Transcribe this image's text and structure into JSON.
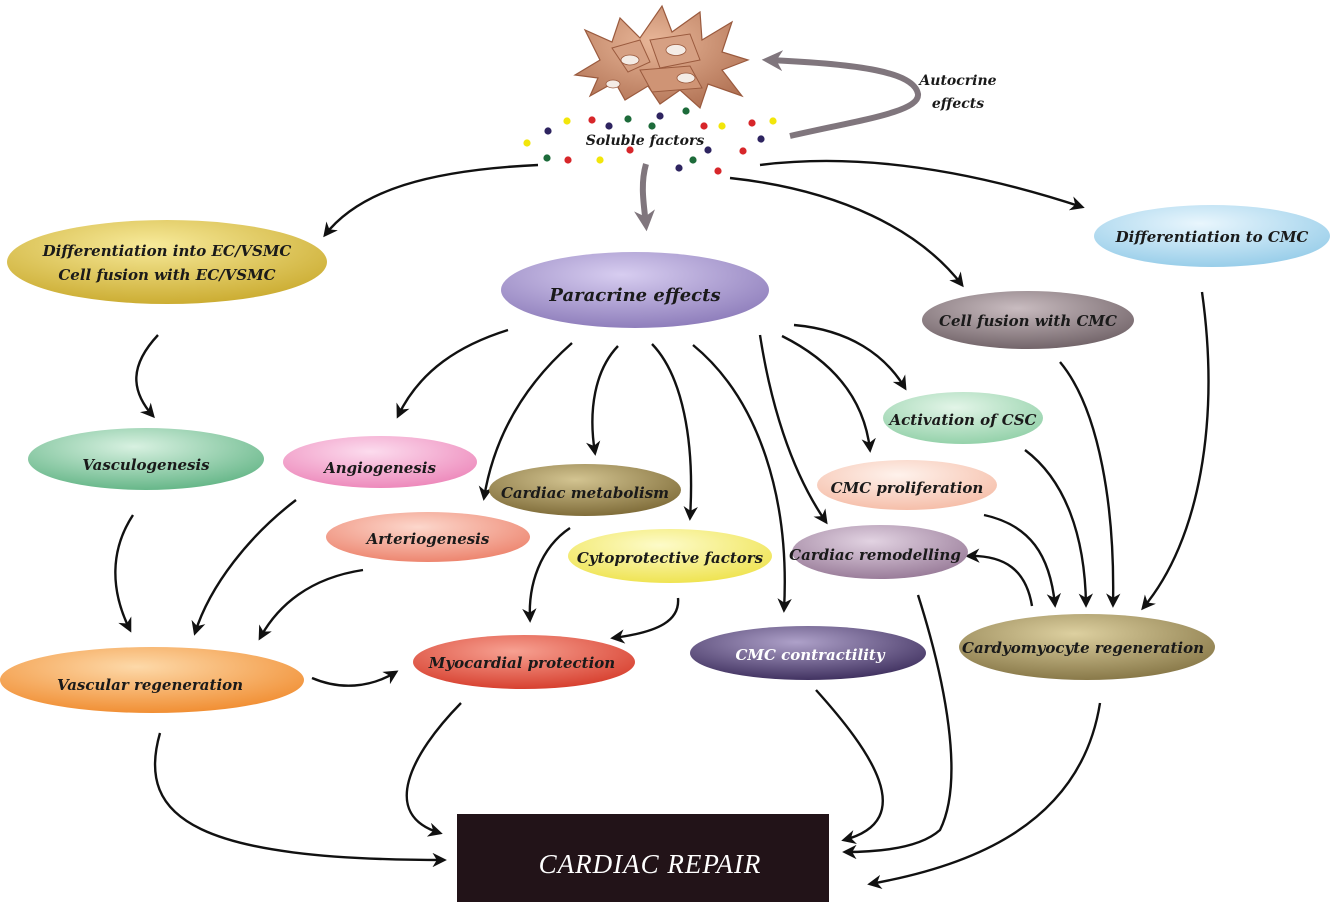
{
  "top": {
    "soluble_factors": "Soluble factors",
    "autocrine_line1": "Autocrine",
    "autocrine_line2": "effects"
  },
  "nodes": {
    "diff_ec_line1": "Differentiation into EC/VSMC",
    "diff_ec_line2": "Cell fusion with EC/VSMC",
    "paracrine": "Paracrine effects",
    "diff_cmc": "Differentiation to CMC",
    "cell_fusion_cmc": "Cell fusion with CMC",
    "vasculogenesis": "Vasculogenesis",
    "angiogenesis": "Angiogenesis",
    "cardiac_metabolism": "Cardiac metabolism",
    "activation_csc": "Activation of CSC",
    "cmc_proliferation": "CMC proliferation",
    "arteriogenesis": "Arteriogenesis",
    "cytoprotective": "Cytoprotective factors",
    "cardiac_remodelling": "Cardiac remodelling",
    "vascular_regeneration": "Vascular regeneration",
    "myocardial_protection": "Myocardial protection",
    "cmc_contractility": "CMC contractility",
    "cardyomyocyte_regeneration": "Cardyomyocyte regeneration",
    "cardiac_repair": "CARDIAC REPAIR"
  },
  "colors": {
    "yellow_gold": "#e3c83a",
    "purple_lavender": "#a89bcf",
    "sky_blue": "#bfe1f3",
    "mauve_grey": "#8d7e82",
    "mint_green": "#8fd0a9",
    "pink": "#f4a9cf",
    "olive_brown": "#9a8651",
    "light_green": "#b4e0c3",
    "peach": "#f9d4c6",
    "salmon": "#f3a290",
    "lemon": "#f3ef70",
    "dusty_purple": "#b79bb7",
    "orange": "#f9a650",
    "red": "#e7513d",
    "dark_purple": "#4d3d70",
    "khaki": "#a2925a",
    "repair_box": "#221318",
    "particle_yellow": "#f2e60a",
    "particle_red": "#d7262a",
    "particle_green": "#1d6b3a",
    "particle_navy": "#2e2460",
    "cell_color": "#c78a68",
    "autocrine_arrow": "#80767d"
  }
}
